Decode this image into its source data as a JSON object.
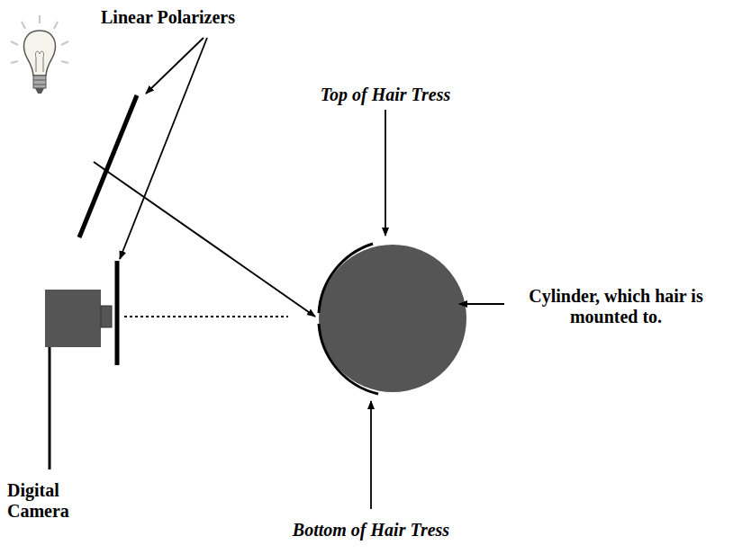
{
  "diagram": {
    "labels": [
      "Linear Polarizers",
      "Top of Hair Tress",
      "Cylinder, which hair is mounted to.",
      "Digital Camera",
      "Bottom of Hair Tress"
    ]
  }
}
